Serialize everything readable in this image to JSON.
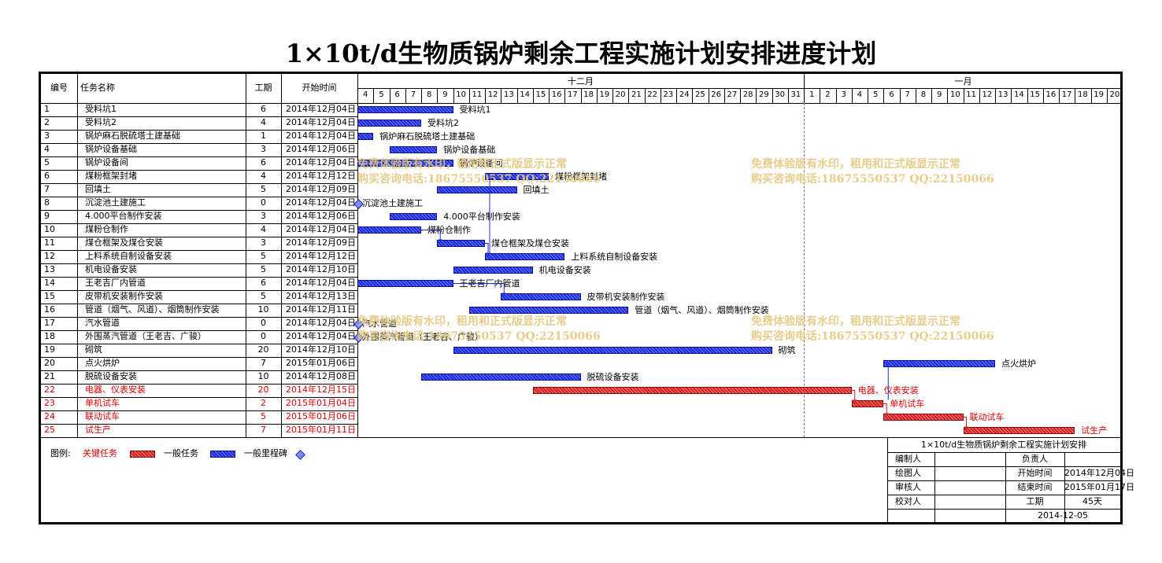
{
  "title": "1×10t/d生物质锅炉剩余工程实施计划安排进度计划",
  "columns": {
    "id": "编号",
    "name": "任务名称",
    "duration": "工期",
    "start": "开始时间"
  },
  "months": [
    {
      "label": "十二月",
      "first_day": "4"
    },
    {
      "label": "一月",
      "first_day": "1"
    }
  ],
  "watermark": {
    "line1": "免费体验版有水印，租用和正式版显示正常",
    "line2": "购买咨询电话:18675550537 QQ:22150066"
  },
  "legend": {
    "label": "图例:",
    "critical": "关键任务",
    "normal": "一般任务",
    "milestone": "一般里程碑"
  },
  "info": {
    "title": "1×10t/d生物质锅炉剩余工程实施计划安排",
    "editor": "编制人",
    "owner": "负责人",
    "drafter": "绘图人",
    "start_label": "开始时间",
    "start_value": "2014年12月04日",
    "reviewer": "审核人",
    "end_label": "结束时间",
    "end_value": "2015年01月17日",
    "checker": "校对人",
    "duration_label": "工期",
    "duration_value": "45天",
    "date": "2014-12-05"
  },
  "colors": {
    "critical": "#d12020",
    "normal": "#1c2bd9",
    "critical_text": "#e00000"
  },
  "chart_data": {
    "type": "gantt",
    "title": "1×10t/d生物质锅炉剩余工程实施计划安排进度计划",
    "x_axis_start": "2014-12-04",
    "x_axis_end": "2015-01-20",
    "days": [
      "4",
      "5",
      "6",
      "7",
      "8",
      "9",
      "10",
      "11",
      "12",
      "13",
      "14",
      "15",
      "16",
      "17",
      "18",
      "19",
      "20",
      "21",
      "22",
      "23",
      "24",
      "25",
      "26",
      "27",
      "28",
      "29",
      "30",
      "31",
      "1",
      "2",
      "3",
      "4",
      "5",
      "6",
      "7",
      "8",
      "9",
      "10",
      "11",
      "12",
      "13",
      "14",
      "15",
      "16",
      "17",
      "18",
      "19",
      "20"
    ],
    "tasks": [
      {
        "id": "1",
        "name": "受料坑1",
        "duration": "6",
        "start": "2014年12月04日",
        "start_date": "2014-12-04",
        "days": 6,
        "kind": "normal"
      },
      {
        "id": "2",
        "name": "受料坑2",
        "duration": "4",
        "start": "2014年12月04日",
        "start_date": "2014-12-04",
        "days": 4,
        "kind": "normal"
      },
      {
        "id": "3",
        "name": "锅炉麻石脱硫塔土建基础",
        "duration": "1",
        "start": "2014年12月04日",
        "start_date": "2014-12-04",
        "days": 1,
        "kind": "normal"
      },
      {
        "id": "4",
        "name": "锅炉设备基础",
        "duration": "3",
        "start": "2014年12月06日",
        "start_date": "2014-12-06",
        "days": 3,
        "kind": "normal"
      },
      {
        "id": "5",
        "name": "锅炉设备间",
        "duration": "6",
        "start": "2014年12月04日",
        "start_date": "2014-12-04",
        "days": 6,
        "kind": "normal"
      },
      {
        "id": "6",
        "name": "煤粉框架封堵",
        "duration": "4",
        "start": "2014年12月12日",
        "start_date": "2014-12-12",
        "days": 4,
        "kind": "normal"
      },
      {
        "id": "7",
        "name": "回填土",
        "duration": "5",
        "start": "2014年12月09日",
        "start_date": "2014-12-09",
        "days": 5,
        "kind": "normal"
      },
      {
        "id": "8",
        "name": "沉淀池土建施工",
        "duration": "0",
        "start": "2014年12月04日",
        "start_date": "2014-12-04",
        "days": 0,
        "kind": "milestone"
      },
      {
        "id": "9",
        "name": "4.000平台制作安装",
        "duration": "3",
        "start": "2014年12月06日",
        "start_date": "2014-12-06",
        "days": 3,
        "kind": "normal"
      },
      {
        "id": "10",
        "name": "煤粉仓制作",
        "duration": "4",
        "start": "2014年12月04日",
        "start_date": "2014-12-04",
        "days": 4,
        "kind": "normal"
      },
      {
        "id": "11",
        "name": "煤仓框架及煤仓安装",
        "duration": "3",
        "start": "2014年12月09日",
        "start_date": "2014-12-09",
        "days": 3,
        "kind": "normal"
      },
      {
        "id": "12",
        "name": "上料系统自制设备安装",
        "duration": "5",
        "start": "2014年12月12日",
        "start_date": "2014-12-12",
        "days": 5,
        "kind": "normal"
      },
      {
        "id": "13",
        "name": "机电设备安装",
        "duration": "5",
        "start": "2014年12月10日",
        "start_date": "2014-12-10",
        "days": 5,
        "kind": "normal"
      },
      {
        "id": "14",
        "name": "王老吉厂内管道",
        "duration": "6",
        "start": "2014年12月04日",
        "start_date": "2014-12-04",
        "days": 6,
        "kind": "normal"
      },
      {
        "id": "15",
        "name": "皮带机安装制作安装",
        "duration": "5",
        "start": "2014年12月13日",
        "start_date": "2014-12-13",
        "days": 5,
        "kind": "normal"
      },
      {
        "id": "16",
        "name": "管道（烟气、风道）、烟筒制作安装",
        "duration": "10",
        "start": "2014年12月11日",
        "start_date": "2014-12-11",
        "days": 10,
        "kind": "normal"
      },
      {
        "id": "17",
        "name": "汽水管道",
        "duration": "0",
        "start": "2014年12月04日",
        "start_date": "2014-12-04",
        "days": 0,
        "kind": "milestone"
      },
      {
        "id": "18",
        "name": "外围蒸汽管道（王老吉、广骏）",
        "duration": "0",
        "start": "2014年12月04日",
        "start_date": "2014-12-04",
        "days": 0,
        "kind": "milestone"
      },
      {
        "id": "19",
        "name": "砌筑",
        "duration": "20",
        "start": "2014年12月10日",
        "start_date": "2014-12-10",
        "days": 20,
        "kind": "normal"
      },
      {
        "id": "20",
        "name": "点火烘炉",
        "duration": "7",
        "start": "2015年01月06日",
        "start_date": "2015-01-06",
        "days": 7,
        "kind": "normal"
      },
      {
        "id": "21",
        "name": "脱硫设备安装",
        "duration": "10",
        "start": "2014年12月08日",
        "start_date": "2014-12-08",
        "days": 10,
        "kind": "normal"
      },
      {
        "id": "22",
        "name": "电器、仪表安装",
        "duration": "20",
        "start": "2014年12月15日",
        "start_date": "2014-12-15",
        "days": 20,
        "kind": "critical"
      },
      {
        "id": "23",
        "name": "单机试车",
        "duration": "2",
        "start": "2015年01月04日",
        "start_date": "2015-01-04",
        "days": 2,
        "kind": "critical"
      },
      {
        "id": "24",
        "name": "联动试车",
        "duration": "5",
        "start": "2015年01月06日",
        "start_date": "2015-01-06",
        "days": 5,
        "kind": "critical"
      },
      {
        "id": "25",
        "name": "试生产",
        "duration": "7",
        "start": "2015年01月11日",
        "start_date": "2015-01-11",
        "days": 7,
        "kind": "critical"
      }
    ]
  }
}
